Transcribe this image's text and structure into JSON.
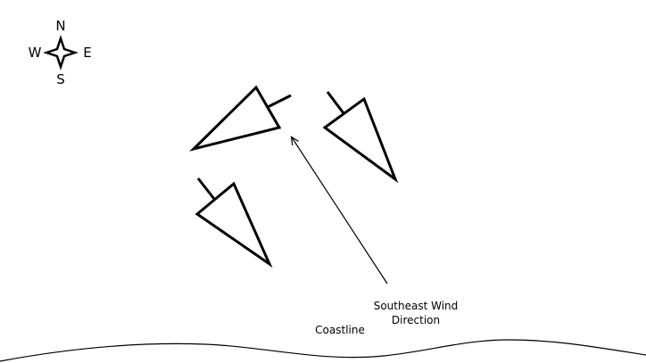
{
  "compass": {
    "north": "N",
    "south": "S",
    "east": "E",
    "west": "W"
  },
  "labels": {
    "wind_line1": "Southeast Wind",
    "wind_line2": "Direction",
    "coastline": "Coastline"
  },
  "colors": {
    "stroke": "#000000",
    "background": "#ffffff"
  }
}
